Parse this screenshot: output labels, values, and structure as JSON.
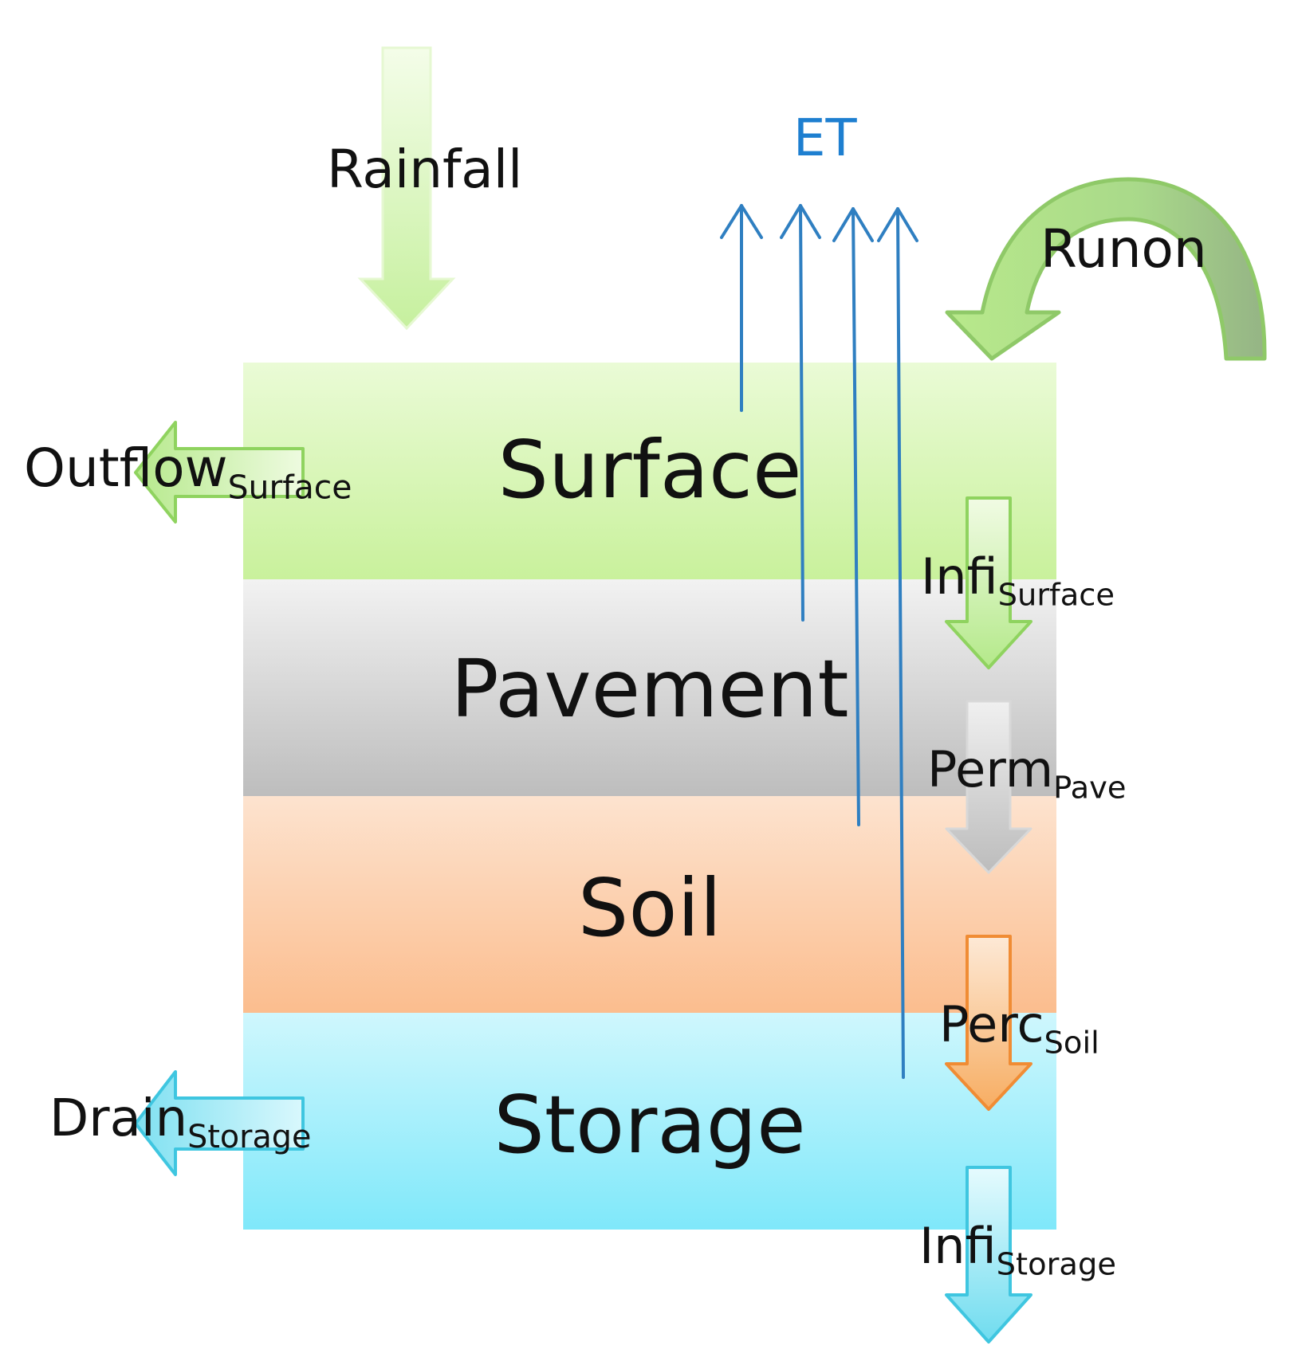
{
  "layers": [
    {
      "id": "surface",
      "label": "Surface"
    },
    {
      "id": "pavement",
      "label": "Pavement"
    },
    {
      "id": "soil",
      "label": "Soil"
    },
    {
      "id": "storage",
      "label": "Storage"
    }
  ],
  "flows": {
    "rainfall": "Rainfall",
    "et": "ET",
    "runon": "Runon",
    "outflow": {
      "main": "Outflow",
      "sub": "Surface"
    },
    "infi_surface": {
      "main": "Infi",
      "sub": "Surface"
    },
    "perm_pave": {
      "main": "Perm",
      "sub": "Pave"
    },
    "perc_soil": {
      "main": "Perc",
      "sub": "Soil"
    },
    "drain": {
      "main": "Drain",
      "sub": "Storage"
    },
    "infi_storage": {
      "main": "Infi",
      "sub": "Storage"
    }
  },
  "colors": {
    "surface": "#d4f5a8",
    "pavement": "#cdcdcd",
    "soil": "#fcc9a2",
    "storage": "#9beefb",
    "et_arrow": "#2f7fc1",
    "et_text": "#1e7fd0",
    "green_arrow": "#a9e37a",
    "cyan_arrow": "#5fd7ec",
    "orange_arrow": "#f5a050",
    "gray_arrow": "#bdbdbd"
  }
}
